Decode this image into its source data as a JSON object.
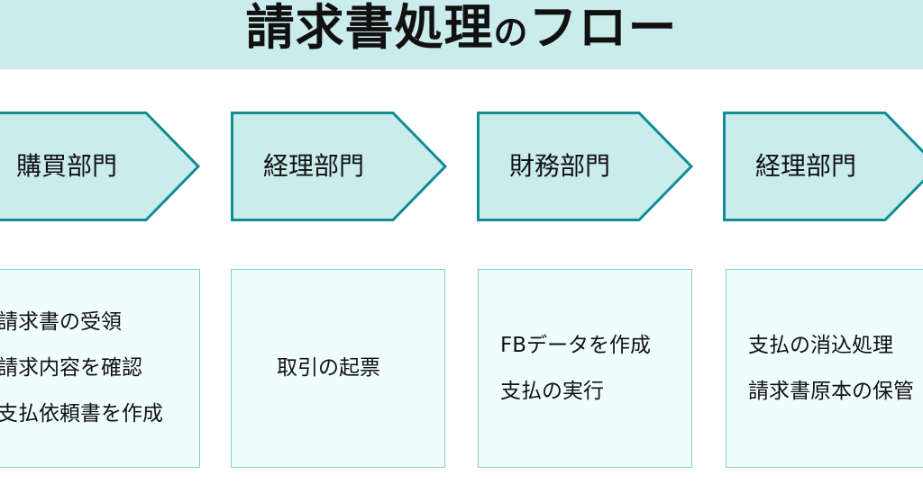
{
  "title": {
    "part1": "請求書処理",
    "part2": "の",
    "part3": "フロー"
  },
  "colors": {
    "header_bg": "#cbecec",
    "arrow_fill": "#cbecec",
    "arrow_stroke": "#108c94",
    "box_bg": "#f0fdfd",
    "box_border": "#86cfcf"
  },
  "steps": [
    {
      "department": "購買部門",
      "tasks": [
        "請求書の受領",
        "請求内容を確認",
        "支払依頼書を作成"
      ]
    },
    {
      "department": "経理部門",
      "tasks": [
        "取引の起票"
      ]
    },
    {
      "department": "財務部門",
      "tasks": [
        "FBデータを作成",
        "支払の実行"
      ]
    },
    {
      "department": "経理部門",
      "tasks": [
        "支払の消込処理",
        "請求書原本の保管"
      ]
    }
  ]
}
